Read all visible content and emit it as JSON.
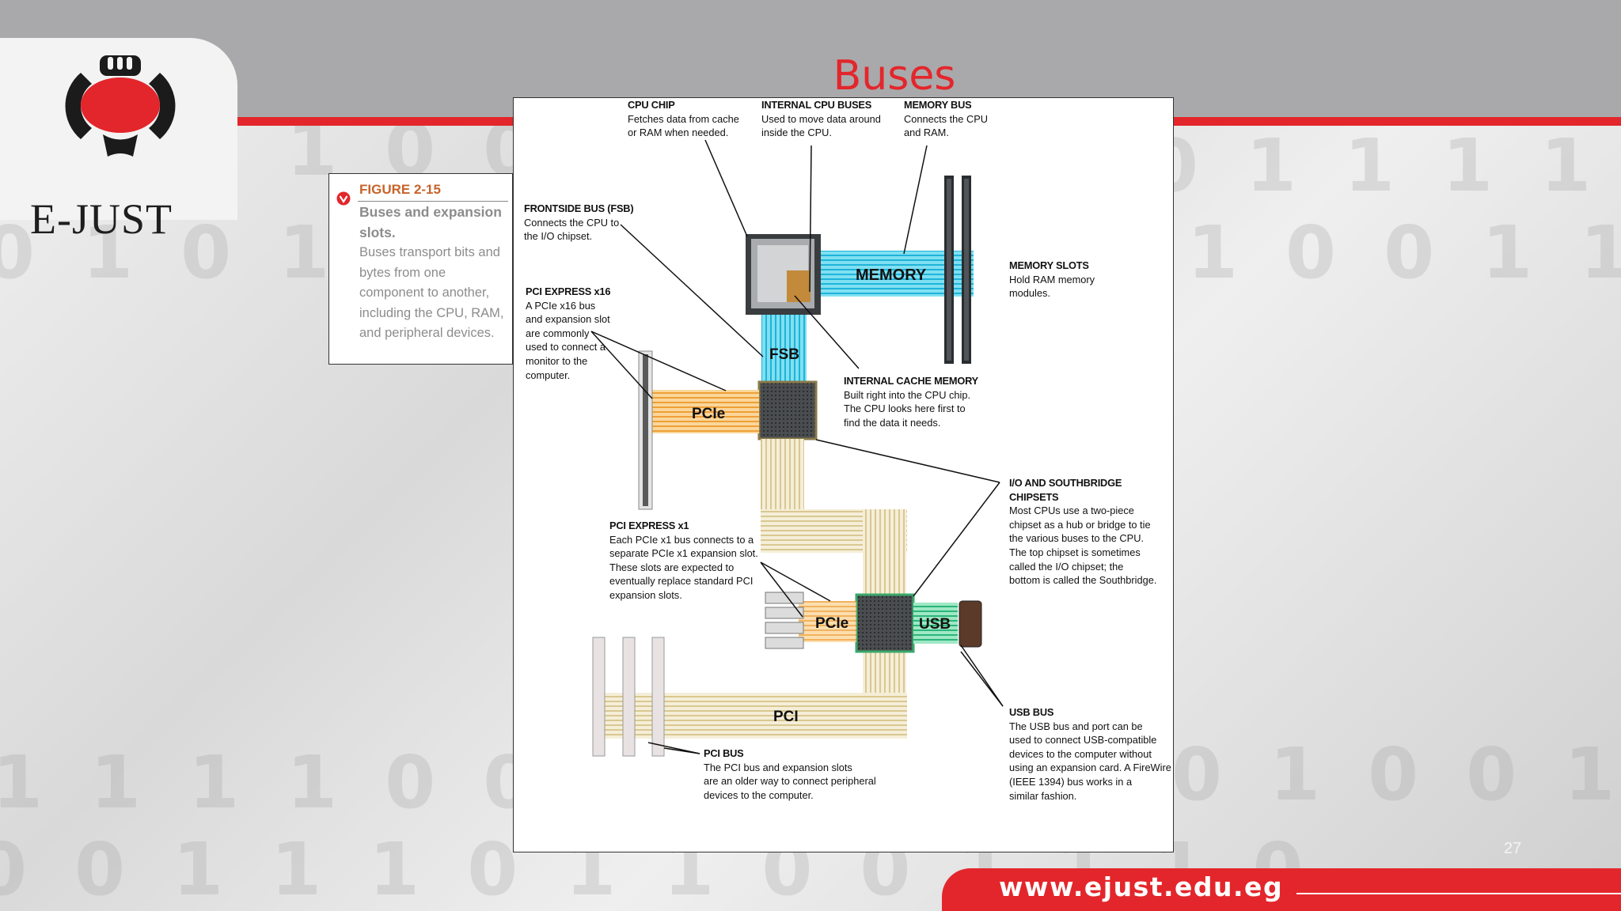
{
  "slide": {
    "title": "Buses",
    "logo_text": "E-JUST",
    "footer_url": "www.ejust.edu.eg",
    "page_number": "27"
  },
  "caption": {
    "figure": "FIGURE 2-15",
    "subtitle": "Buses and expansion slots.",
    "body": "Buses transport bits and bytes from one component to another, including the CPU, RAM, and peripheral devices."
  },
  "diagram": {
    "component_labels": {
      "memory": "MEMORY",
      "fsb": "FSB",
      "pcie_x16": "PCIe",
      "pcie_x1": "PCIe",
      "usb": "USB",
      "pci": "PCI"
    },
    "callouts": [
      {
        "id": "cpu-chip",
        "title": "CPU CHIP",
        "text": [
          "Fetches data from cache",
          "or RAM when needed."
        ]
      },
      {
        "id": "internal-cpu-buses",
        "title": "INTERNAL CPU BUSES",
        "text": [
          "Used to move data around",
          "inside the CPU."
        ]
      },
      {
        "id": "memory-bus",
        "title": "MEMORY BUS",
        "text": [
          "Connects the CPU",
          "and RAM."
        ]
      },
      {
        "id": "frontside-bus",
        "title": "FRONTSIDE BUS (FSB)",
        "text": [
          "Connects the CPU to",
          "the I/O chipset."
        ]
      },
      {
        "id": "memory-slots",
        "title": "MEMORY SLOTS",
        "text": [
          "Hold RAM memory",
          "modules."
        ]
      },
      {
        "id": "pci-express-x16",
        "title": "PCI EXPRESS x16",
        "text": [
          "A PCIe x16 bus",
          "and expansion slot",
          "are commonly",
          "used to connect a",
          "monitor to the",
          "computer."
        ]
      },
      {
        "id": "internal-cache",
        "title": "INTERNAL CACHE MEMORY",
        "text": [
          "Built right into the CPU chip.",
          "The CPU looks here first to",
          "find the data it needs."
        ]
      },
      {
        "id": "io-southbridge",
        "title": "I/O AND SOUTHBRIDGE",
        "title2": "CHIPSETS",
        "text": [
          "Most CPUs use a two-piece",
          "chipset as a hub or bridge to tie",
          "the various buses to the CPU.",
          "The top chipset is sometimes",
          "called the I/O chipset; the",
          "bottom is called the Southbridge."
        ]
      },
      {
        "id": "pci-express-x1",
        "title": "PCI EXPRESS x1",
        "text": [
          "Each PCIe x1 bus connects to a",
          "separate PCIe x1 expansion slot.",
          "These slots are expected to",
          "eventually replace standard PCI",
          "expansion slots."
        ]
      },
      {
        "id": "usb-bus",
        "title": "USB BUS",
        "text": [
          "The USB bus and port can be",
          "used to connect USB-compatible",
          "devices to the computer without",
          "using an expansion card. A FireWire",
          "(IEEE 1394) bus works in a",
          "similar fashion."
        ]
      },
      {
        "id": "pci-bus",
        "title": "PCI BUS",
        "text": [
          "The PCI bus and expansion slots",
          "are an older way to connect peripheral",
          "devices to the computer."
        ]
      }
    ]
  },
  "colors": {
    "accent_red": "#e3262b",
    "top_band_gray": "#a9a9ab",
    "caption_orange": "#c8632a",
    "memory_bus_cyan": "#3ec9e8",
    "pcie_orange": "#f0b04a",
    "usb_green": "#35c28a",
    "pci_beige": "#e6d9b3"
  }
}
